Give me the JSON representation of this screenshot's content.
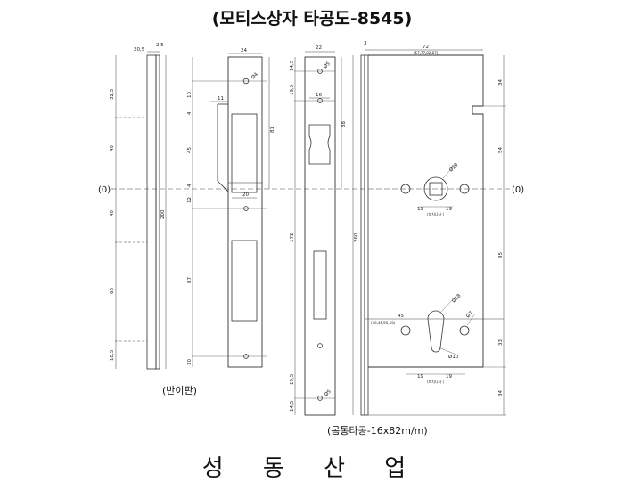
{
  "title": "(모티스상자 타공도-8545)",
  "zero_left": "(0)",
  "zero_right": "(0)",
  "captions": {
    "strike_plate": "(반이판)",
    "body_hole": "(몸통타공-16x82m/m)",
    "company": "성 동 산 업"
  },
  "dims": {
    "d20_5": "20,5",
    "d2_5": "2,5",
    "d32_5": "32,5",
    "d40a": "40",
    "d40b": "40",
    "d66": "66",
    "d18_5": "18,5",
    "d200": "200",
    "d24": "24",
    "phi4": "Ø4",
    "d10a": "10",
    "d4a": "4",
    "d11": "11",
    "d45": "45",
    "d81": "81",
    "d4b": "4",
    "d12": "12",
    "d20": "20",
    "d87": "87",
    "d10b": "10",
    "d22": "22",
    "d14_5a": "14,5",
    "phi5a": "Ø5",
    "d16": "16",
    "d19_5a": "19,5",
    "d88": "88",
    "d172": "172",
    "d19_5b": "19,5",
    "d14_5b": "14,5",
    "d260": "260",
    "d3": "3",
    "d72": "72",
    "d72_sub": "(57,77,82,87)",
    "d34a": "34",
    "d54": "54",
    "d85": "85",
    "d33": "33",
    "d34b": "34",
    "phi20": "Ø20",
    "d19a": "19",
    "d19b": "19",
    "pitch_a": "(피치나사 (",
    "phi18": "Ø18",
    "phi7": "Ø7",
    "d45b": "45",
    "d45_sub": "(40,45,55,60)",
    "phi10": "Ø10",
    "d19c": "19",
    "d19d": "19",
    "pitch_b": "(피치나사 (",
    "phi5b": "Ø5"
  }
}
